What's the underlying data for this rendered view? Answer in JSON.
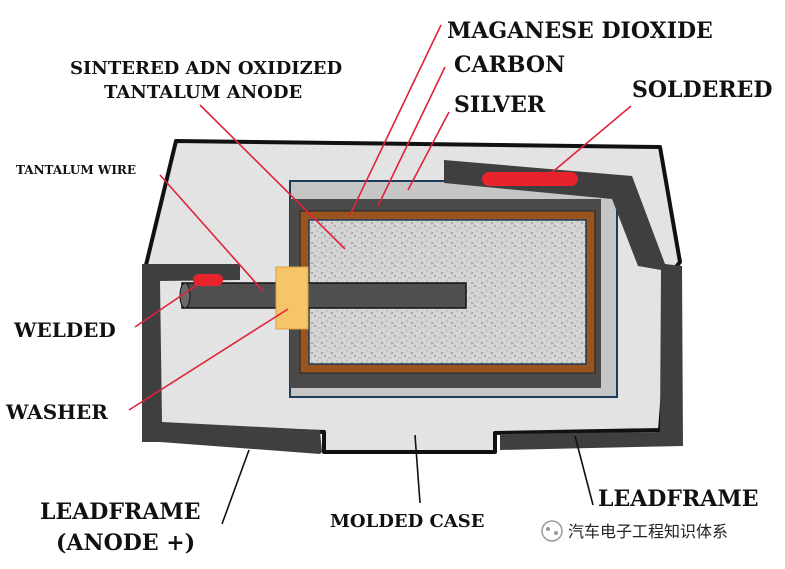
{
  "labels": {
    "manganese_dioxide": "MAGANESE DIOXIDE",
    "carbon": "CARBON",
    "silver": "SILVER",
    "soldered": "SOLDERED",
    "anode_line1": "SINTERED ADN OXIDIZED",
    "anode_line2": "TANTALUM ANODE",
    "tantalum_wire": "TANTALUM WIRE",
    "welded": "WELDED",
    "washer": "WASHER",
    "leadframe_anode_line1": "LEADFRAME",
    "leadframe_anode_line2": "(ANODE +)",
    "molded_case": "MOLDED CASE",
    "leadframe_right": "LEADFRAME",
    "watermark": "汽车电子工程知识体系"
  },
  "colors": {
    "case_fill": "#e3e3e3",
    "case_outline": "#111111",
    "leadframe": "#3f3f3f",
    "anode_speckle": "#d0d0d0",
    "manganese_ring": "#9a5420",
    "silver_layer": "#b3b3b3",
    "carbon_layer": "#4a4a4a",
    "solder_weld": "#e8232b",
    "washer": "#f6c56a",
    "leader_line": "#e0233a",
    "inner_outline": "#1f3b5c"
  }
}
